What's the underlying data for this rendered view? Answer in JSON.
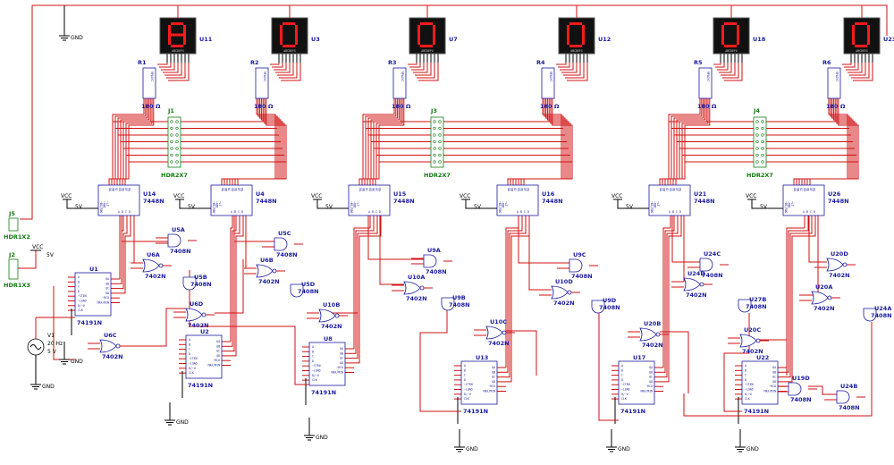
{
  "displays": [
    {
      "ref": "U11",
      "digit": "8"
    },
    {
      "ref": "U3",
      "digit": "0"
    },
    {
      "ref": "U7",
      "digit": "0"
    },
    {
      "ref": "U12",
      "digit": "0"
    },
    {
      "ref": "U18",
      "digit": "0"
    },
    {
      "ref": "U23",
      "digit": "0"
    }
  ],
  "display_pin_text": "ABCDEFG",
  "resistors": [
    {
      "ref": "R1",
      "value": "180 Ω",
      "pack": "RPACK7"
    },
    {
      "ref": "R2",
      "value": "180 Ω",
      "pack": "RPACK7"
    },
    {
      "ref": "R3",
      "value": "180 Ω",
      "pack": "RPACK7"
    },
    {
      "ref": "R4",
      "value": "180 Ω",
      "pack": "RPACK7"
    },
    {
      "ref": "R5",
      "value": "180 Ω",
      "pack": "RPACK7"
    },
    {
      "ref": "R6",
      "value": "180 Ω",
      "pack": "RPACK7"
    }
  ],
  "headers": [
    {
      "ref": "J1",
      "type": "HDR2X7"
    },
    {
      "ref": "J3",
      "type": "HDR2X7"
    },
    {
      "ref": "J4",
      "type": "HDR2X7"
    },
    {
      "ref": "J5",
      "type": "HDR1X2"
    },
    {
      "ref": "J2",
      "type": "HDR1X3"
    }
  ],
  "decoders": [
    {
      "ref": "U14",
      "part": "7448N"
    },
    {
      "ref": "U4",
      "part": "7448N"
    },
    {
      "ref": "U15",
      "part": "7448N"
    },
    {
      "ref": "U16",
      "part": "7448N"
    },
    {
      "ref": "U21",
      "part": "7448N"
    },
    {
      "ref": "U26",
      "part": "7448N"
    }
  ],
  "counters": [
    {
      "ref": "U1",
      "part": "74191N"
    },
    {
      "ref": "U2",
      "part": "74191N"
    },
    {
      "ref": "U8",
      "part": "74191N"
    },
    {
      "ref": "U13",
      "part": "74191N"
    },
    {
      "ref": "U17",
      "part": "74191N"
    },
    {
      "ref": "U22",
      "part": "74191N"
    }
  ],
  "gates": [
    {
      "ref": "U5A",
      "part": "7408N"
    },
    {
      "ref": "U6A",
      "part": "7402N"
    },
    {
      "ref": "U5B",
      "part": "7408N"
    },
    {
      "ref": "U6C",
      "part": "7402N"
    },
    {
      "ref": "U6D",
      "part": "7402N"
    },
    {
      "ref": "U5C",
      "part": "7408N"
    },
    {
      "ref": "U6B",
      "part": "7402N"
    },
    {
      "ref": "U5D",
      "part": "7408N"
    },
    {
      "ref": "U10B",
      "part": "7402N"
    },
    {
      "ref": "U9A",
      "part": "7408N"
    },
    {
      "ref": "U10A",
      "part": "7402N"
    },
    {
      "ref": "U9B",
      "part": "7408N"
    },
    {
      "ref": "U9C",
      "part": "7408N"
    },
    {
      "ref": "U10D",
      "part": "7402N"
    },
    {
      "ref": "U9D",
      "part": "7408N"
    },
    {
      "ref": "U10C",
      "part": "7402N"
    },
    {
      "ref": "U20B",
      "part": "7402N"
    },
    {
      "ref": "U24C",
      "part": "7408N"
    },
    {
      "ref": "U24D",
      "part": "7402N"
    },
    {
      "ref": "U27B",
      "part": "7408N"
    },
    {
      "ref": "U20D",
      "part": "7402N"
    },
    {
      "ref": "U20A",
      "part": "7402N"
    },
    {
      "ref": "U24A",
      "part": "7408N"
    },
    {
      "ref": "U20C",
      "part": "7402N"
    },
    {
      "ref": "U19D",
      "part": "7408N"
    },
    {
      "ref": "U24B",
      "part": "7408N"
    }
  ],
  "vcc_label": "VCC",
  "vcc_value": "5V",
  "gnd_label": "GND",
  "source": {
    "ref": "V1",
    "freq": "20 Hz",
    "volt": "5 V"
  },
  "counter_pin_labels": [
    "A",
    "B",
    "C",
    "D",
    "~CTEN",
    "~LOAD",
    "D/~U",
    "CLK",
    "QA",
    "QB",
    "QC",
    "QD",
    "~RCO",
    "MAX/MIN"
  ],
  "decoder_pin_labels": [
    "~BI/RBO",
    "~RBI",
    "~LT",
    "A",
    "B",
    "C",
    "D",
    "OA",
    "OB",
    "OC",
    "OD",
    "OE",
    "OF",
    "OG"
  ]
}
